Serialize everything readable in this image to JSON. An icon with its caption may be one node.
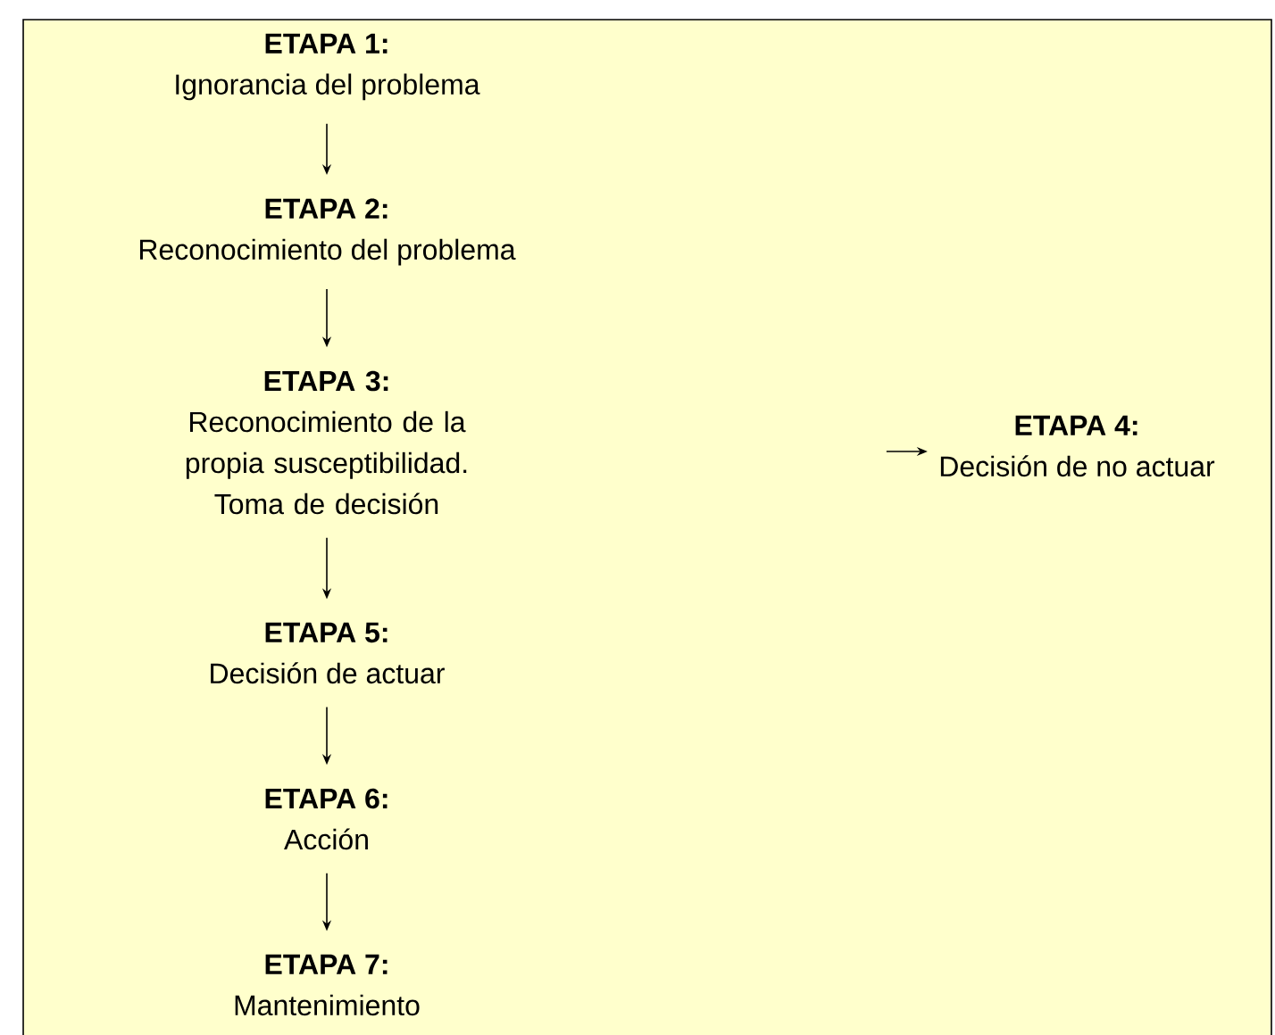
{
  "diagram": {
    "nodes": [
      {
        "text": [
          "ETAPA 1:",
          "Ignorancia del problema"
        ]
      },
      {
        "text": [
          "ETAPA 2:",
          "Reconocimiento del problema"
        ]
      },
      {
        "text": [
          "ETAPA 3:",
          "Reconocimiento de la propia susceptibilidad.",
          "Toma de decisión"
        ]
      },
      {
        "text": [
          "ETAPA 4:",
          "Decisión de no actuar"
        ]
      },
      {
        "text": [
          "ETAPA 5:",
          "Decisión de actuar"
        ]
      },
      {
        "text": [
          "ETAPA 6:",
          "Acción"
        ]
      },
      {
        "text": [
          "ETAPA 7:",
          "Mantenimiento"
        ]
      }
    ],
    "edges": [
      {
        "from": 0,
        "to": 1,
        "arrow": "to"
      },
      {
        "from": 1,
        "to": 2,
        "arrow": "to"
      },
      {
        "from": 2,
        "to": 4,
        "arrow": "to"
      },
      {
        "from": 4,
        "to": 5,
        "arrow": "to"
      },
      {
        "from": 5,
        "to": 6,
        "arrow": "to"
      },
      {
        "from": null,
        "to": 3,
        "arrow": "to"
      }
    ]
  }
}
